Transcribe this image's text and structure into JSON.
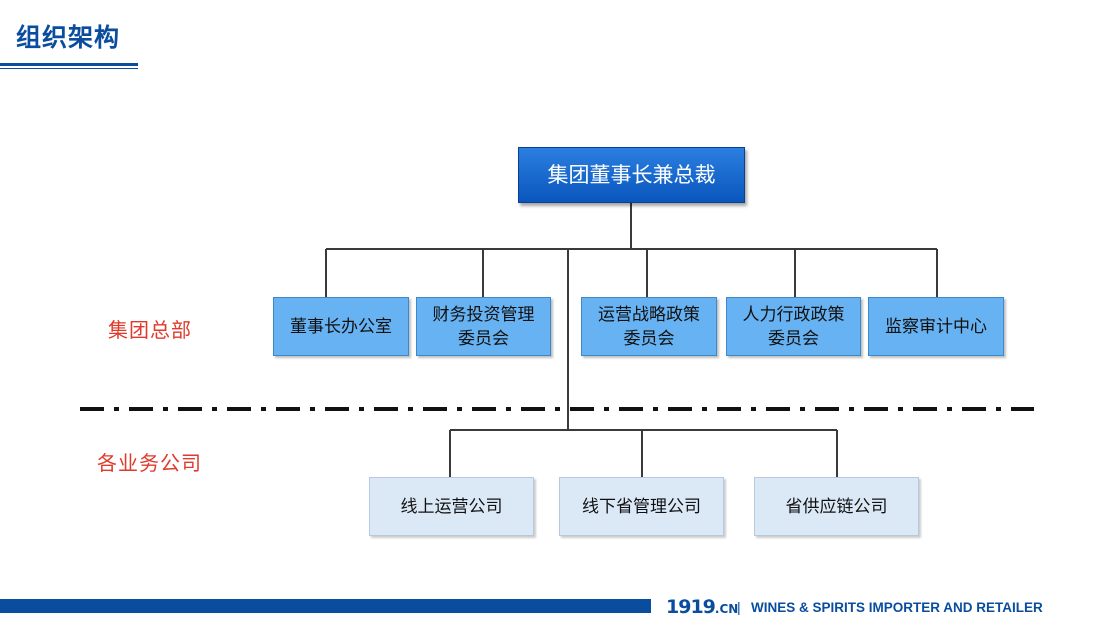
{
  "header": {
    "title": "组织架构"
  },
  "org_chart": {
    "top": "集团董事长兼总裁",
    "sections": {
      "hq": "集团总部",
      "subsidiaries": "各业务公司"
    },
    "hq_units": [
      "董事长办公室",
      "财务投资管理\n委员会",
      "运营战略政策\n委员会",
      "人力行政政策\n委员会",
      "监察审计中心"
    ],
    "subsidiaries": [
      "线上运营公司",
      "线下省管理公司",
      "省供应链公司"
    ]
  },
  "footer": {
    "logo": "1919",
    "logo_suffix": ".CN",
    "separator": "|",
    "tagline": "WINES & SPIRITS IMPORTER AND RETAILER"
  },
  "colors": {
    "brand_blue": "#0a4d9e",
    "top_box": "#1a6fd6",
    "hq_box": "#66b2f2",
    "subsidiary_box": "#dbe9f7",
    "section_label": "#e03a2c"
  }
}
